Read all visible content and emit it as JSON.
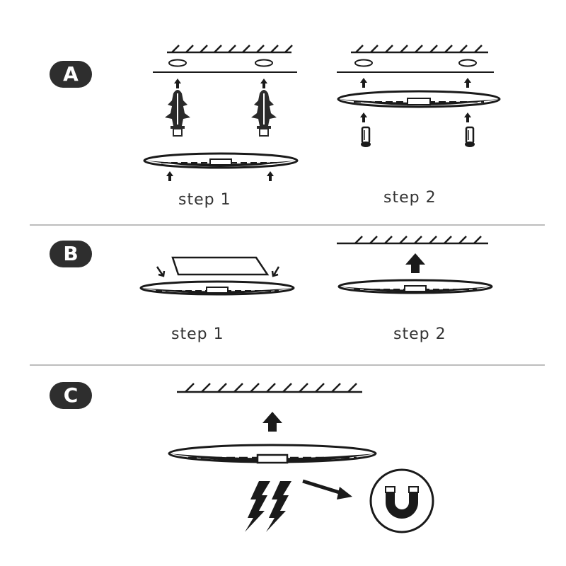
{
  "sections": [
    {
      "badge": "A",
      "steps": [
        "step 1",
        "step 2"
      ]
    },
    {
      "badge": "B",
      "steps": [
        "step 1",
        "step 2"
      ]
    },
    {
      "badge": "C",
      "steps": []
    }
  ],
  "colors": {
    "ink": "#1a1a1a",
    "divider": "#bdbdbd",
    "badge_bg": "#2e2e2e",
    "badge_text": "#ffffff"
  },
  "icons": [
    "ceiling-hatch-icon",
    "screw-hole-icon",
    "up-arrow-icon",
    "wall-anchor-icon",
    "screw-icon",
    "led-panel-icon",
    "mounting-plate-icon",
    "lightning-icon",
    "magnet-icon"
  ]
}
